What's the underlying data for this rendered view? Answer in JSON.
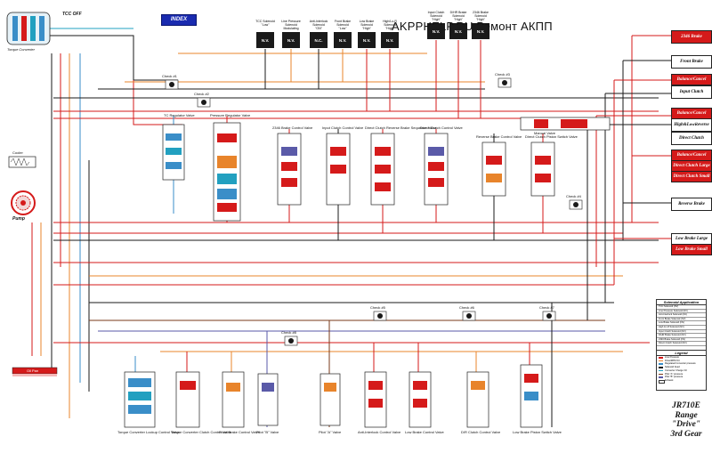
{
  "banner": "AKPPHELP.RU Ремонт АКПП",
  "index_button": "INDEX",
  "tcc_label": "TCC OFF",
  "torque_converter": "Torque Converter",
  "pump": "Pump",
  "cooler": "Cooler",
  "oil_pan": "Oil Pan",
  "solenoids": [
    {
      "top": "TCC Solenoid",
      "state": "\"Low\"",
      "code": "N.V."
    },
    {
      "top": "Line Pressure Solenoid",
      "state": "Modulating",
      "code": "N.V."
    },
    {
      "top": "Anti-Interlock Solenoid",
      "state": "\"ON\"",
      "code": "N.C."
    },
    {
      "top": "Front Brake Solenoid",
      "state": "\"Low\"",
      "code": "N.V."
    },
    {
      "top": "Low Brake Solenoid",
      "state": "\"High\"",
      "code": "N.V."
    },
    {
      "top": "High/Lo-R Solenoid",
      "state": "\"High\"",
      "code": "N.V."
    },
    {
      "top": "Input Clutch Solenoid",
      "state": "\"High\"",
      "code": "N.V."
    },
    {
      "top": "D/HR Brake Solenoid",
      "state": "\"High\"",
      "code": "N.V."
    },
    {
      "top": "2346 Brake Solenoid",
      "state": "\"High\"",
      "code": "N.V."
    }
  ],
  "right_boxes": [
    {
      "label": "2346 Brake",
      "red": true
    },
    {
      "label": "Front Brake",
      "red": false
    },
    {
      "label": "Balance/Cancel Piston",
      "red": true
    },
    {
      "label": "Input Clutch",
      "red": false
    },
    {
      "label": "High&LowReverse Clutch",
      "red": false
    },
    {
      "label": "Balance/Cancel Piston",
      "red": true
    },
    {
      "label": "Direct Clutch",
      "red": false
    },
    {
      "label": "Balance/Cancel Piston",
      "red": true
    },
    {
      "label": "Direct Clutch Large cavity",
      "red": true
    },
    {
      "label": "Direct Clutch Small cavity",
      "red": true
    },
    {
      "label": "Reverse Brake",
      "red": false
    },
    {
      "label": "Low Brake Large cavity",
      "red": false
    },
    {
      "label": "Low Brake Small cavity",
      "red": true
    }
  ],
  "valves_upper": [
    "TC Regulator Valve",
    "Pressure Regulator Valve",
    "2346 Brake Control Valve",
    "Input Clutch Control Valve",
    "Direct Clutch Reverse Brake Sequence Valve",
    "Direct Clutch Control Valve",
    "Reverse Brake Control Valve",
    "Direct Clutch Piston Switch Valve",
    "Manual Valve"
  ],
  "valves_lower": [
    "Torque Converter Lockup Control Valve",
    "Torque Converter Clutch Control Valve",
    "Front Brake Control Valve",
    "Pilot \"B\" Valve",
    "Pilot \"A\" Valve",
    "Anti-Interlock Control Valve",
    "Low Brake Control Valve",
    "D/R Clutch Control Valve",
    "Low Brake Piston Switch Valve"
  ],
  "checks": [
    "Check #1",
    "Check #2",
    "Check #3",
    "Check #4",
    "Check #5",
    "Check #6",
    "Check #7",
    "Check #8"
  ],
  "solenoid_application": {
    "title": "Solenoid Application",
    "rows": [
      "TCC Solenoid (NV)",
      "Line Pressure Solenoid (NV)",
      "Anti-Interlock Solenoid (NC)",
      "Front Brake Solenoid (NV)",
      "Low Brake Solenoid (NV)",
      "High & LR Solenoid (NV)",
      "Input Clutch Solenoid (NV)",
      "D/HR Brake Solenoid (NV)",
      "2346 Brake Solenoid (NV)",
      "Direct Clutch Solenoid (NV)"
    ]
  },
  "legend": {
    "title": "Legend",
    "rows": [
      {
        "label": "Line Pressure",
        "color": "#d51a1a"
      },
      {
        "label": "Drive/RPM Oil",
        "color": "#e8842b"
      },
      {
        "label": "Regulated Converter pressure",
        "color": "#3a8ec8"
      },
      {
        "label": "Solenoid Feed",
        "color": "#1a1a1a"
      },
      {
        "label": "Converter Charge Oil",
        "color": "#22a0c0"
      },
      {
        "label": "Pilot \"A\" pressure",
        "color": "#7a3a18"
      },
      {
        "label": "Pilot \"B\" pressure",
        "color": "#5a5aa8"
      },
      {
        "label": "Exhaust",
        "color": "#ffffff"
      }
    ]
  },
  "range": {
    "model": "JR710E",
    "range": "Range",
    "mode": "\"Drive\"",
    "gear": "3rd Gear"
  },
  "colors": {
    "line": "#d51a1a",
    "drive": "#e8842b",
    "converter": "#3a8ec8",
    "feed": "#1a1a1a",
    "charge": "#22a0c0",
    "pilot_a": "#7a3a18",
    "pilot_b": "#5a5aa8",
    "exhaust": "#ffffff"
  }
}
